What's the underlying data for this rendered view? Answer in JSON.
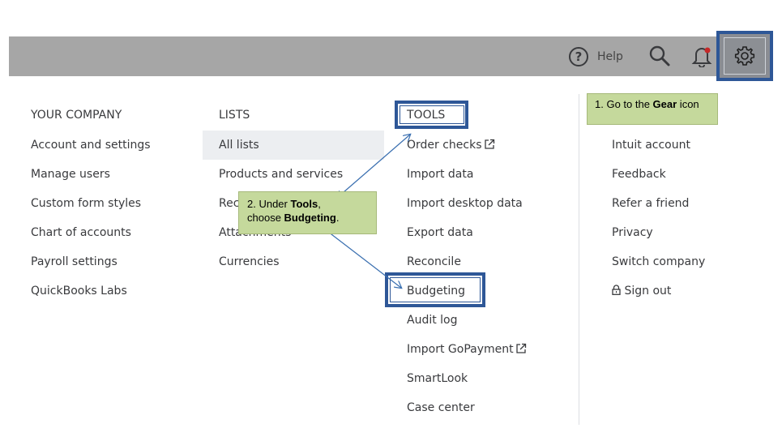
{
  "header": {
    "help_glyph": "?",
    "help_label": "Help",
    "icons": [
      "help-icon",
      "search-icon",
      "bell-icon",
      "gear-icon"
    ],
    "notification_dot_color": "#c62828"
  },
  "menu": {
    "your_company": {
      "heading": "YOUR COMPANY",
      "items": [
        "Account and settings",
        "Manage users",
        "Custom form styles",
        "Chart of accounts",
        "Payroll settings",
        "QuickBooks Labs"
      ]
    },
    "lists": {
      "heading": "LISTS",
      "items": [
        "All lists",
        "Products and services",
        "Rec",
        "Attachments",
        "Currencies"
      ]
    },
    "tools": {
      "heading": "TOOLS",
      "items": [
        "Order checks",
        "Import data",
        "Import desktop data",
        "Export data",
        "Reconcile",
        "Budgeting",
        "Audit log",
        "Import GoPayment",
        "SmartLook",
        "Case center"
      ]
    },
    "profile": {
      "items": [
        "Intuit account",
        "Feedback",
        "Refer a friend",
        "Privacy",
        "Switch company",
        "Sign out"
      ]
    }
  },
  "callouts": {
    "step1": {
      "prefix": "1. Go to the ",
      "bold": "Gear",
      "suffix": " icon"
    },
    "step2": {
      "line1_prefix": "2. Under ",
      "line1_bold": "Tools",
      "line1_suffix": ",",
      "line2_prefix": "choose ",
      "line2_bold": "Budgeting",
      "line2_suffix": "."
    }
  },
  "colors": {
    "topbar": "#a6a6a6",
    "highlight_border": "#2e5797",
    "callout_fill": "#c5d99c",
    "arrow": "#3a6fb0"
  }
}
